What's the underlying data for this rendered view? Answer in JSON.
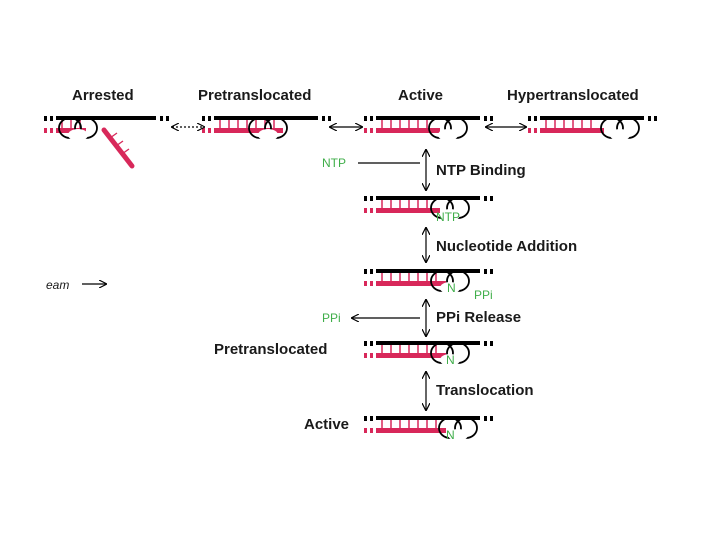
{
  "top_states": [
    "Arrested",
    "Pretranslocated",
    "Active",
    "Hypertranslocated"
  ],
  "steps": {
    "ntp_binding": "NTP Binding",
    "nucleotide_addition": "Nucleotide Addition",
    "ppi_release": "PPi Release",
    "translocation": "Translocation"
  },
  "left_labels": {
    "pretranslocated": "Pretranslocated",
    "active": "Active"
  },
  "small_labels": {
    "ntp_in": "NTP",
    "ntp_bound": "NTP",
    "n1": "N",
    "ppi1": "PPi",
    "ppi_out": "PPi",
    "n2": "N",
    "n3": "N"
  },
  "cropped_label": "eam",
  "colors": {
    "rna": "#d8285a",
    "dna": "#000000",
    "label_green": "#3fae49",
    "text": "#1a1a1a"
  }
}
